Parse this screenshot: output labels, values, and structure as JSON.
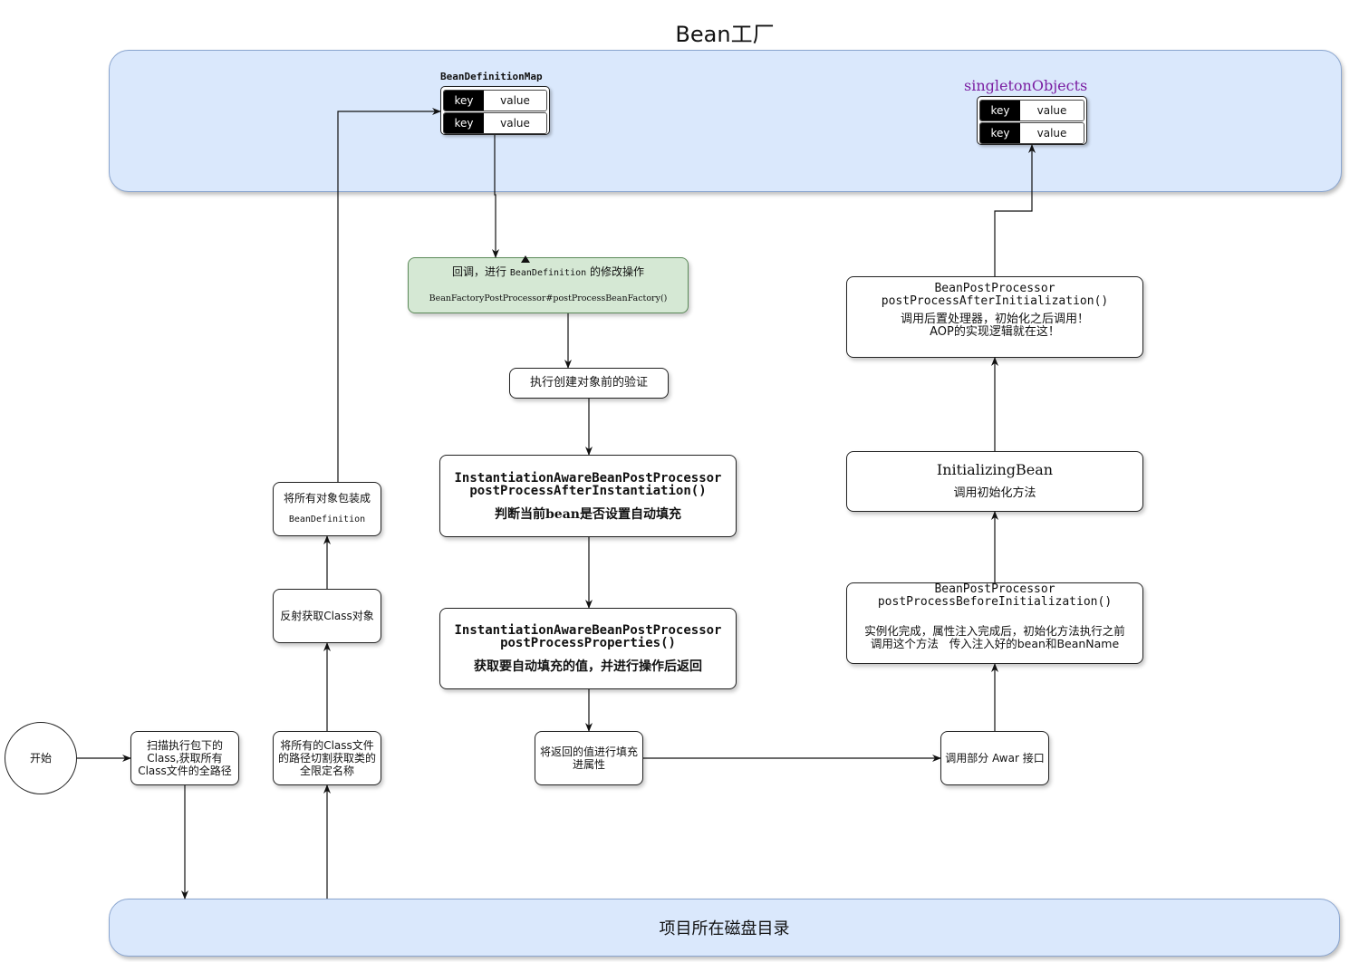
{
  "title": "Bean工厂",
  "disk_label": "项目所在磁盘目录",
  "bean_definition_map": {
    "title": "BeanDefinitionMap",
    "rows": [
      {
        "key": "key",
        "value": "value"
      },
      {
        "key": "key",
        "value": "value"
      }
    ]
  },
  "singleton_objects": {
    "title": "singletonObjects",
    "title_color": "#7b1fa2",
    "rows": [
      {
        "key": "key",
        "value": "value"
      },
      {
        "key": "key",
        "value": "value"
      }
    ]
  },
  "nodes": {
    "start": "开始",
    "scan": "扫描执行包下的Class,获取所有Class文件的全路径",
    "cut_path": "将所有的Class文件的路径切割获取类的全限定名称",
    "reflect": "反射获取Class对象",
    "wrap": {
      "line1": "将所有对象包装成",
      "line2": "BeanDefinition"
    },
    "callback": {
      "line1_a": "回调，进行",
      "line1_code": "BeanDefinition",
      "line1_b": "的修改操作",
      "line2": "BeanFactoryPostProcessor#postProcessBeanFactory()"
    },
    "validate": "执行创建对象前的验证",
    "after_inst": {
      "line1": "InstantiationAwareBeanPostProcessor",
      "line2": "postProcessAfterInstantiation()",
      "line3": "判断当前bean是否设置自动填充"
    },
    "post_props": {
      "line1": "InstantiationAwareBeanPostProcessor",
      "line2": "postProcessProperties()",
      "line3": "获取要自动填充的值，并进行操作后返回"
    },
    "fill": "将返回的值进行填充进属性",
    "aware": "调用部分 Awar 接口",
    "before_init": {
      "line1": "BeanPostProcessor",
      "line2": "postProcessBeforeInitialization()",
      "line3": "实例化完成，属性注入完成后，初始化方法执行之前",
      "line4": "调用这个方法   传入注入好的bean和BeanName"
    },
    "init_bean": {
      "line1": "InitializingBean",
      "line2": "调用初始化方法"
    },
    "after_init": {
      "line1": "BeanPostProcessor",
      "line2": "postProcessAfterInitialization()",
      "line3": "调用后置处理器，初始化之后调用！",
      "line4": "AOP的实现逻辑就在这！"
    }
  }
}
